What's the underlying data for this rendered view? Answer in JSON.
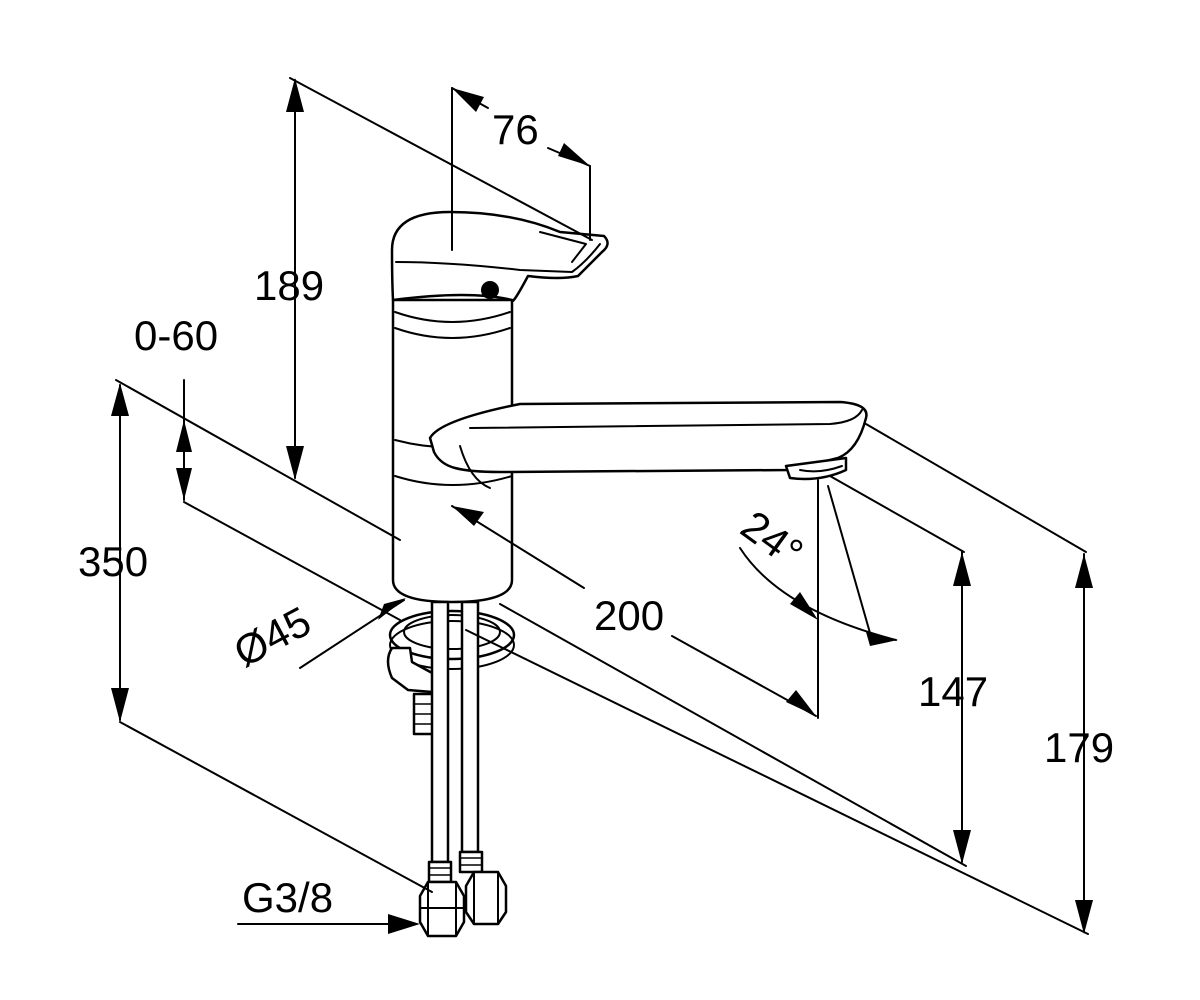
{
  "dimensions": {
    "handle_depth": "76",
    "height_top": "189",
    "thickness_range": "0-60",
    "hose_length": "350",
    "base_diameter": "Ø45",
    "spout_reach": "200",
    "swivel_angle": "24°",
    "spout_height": "147",
    "overall_height": "179",
    "connection_thread": "G3/8"
  },
  "colors": {
    "line": "#000000",
    "background": "#ffffff"
  }
}
